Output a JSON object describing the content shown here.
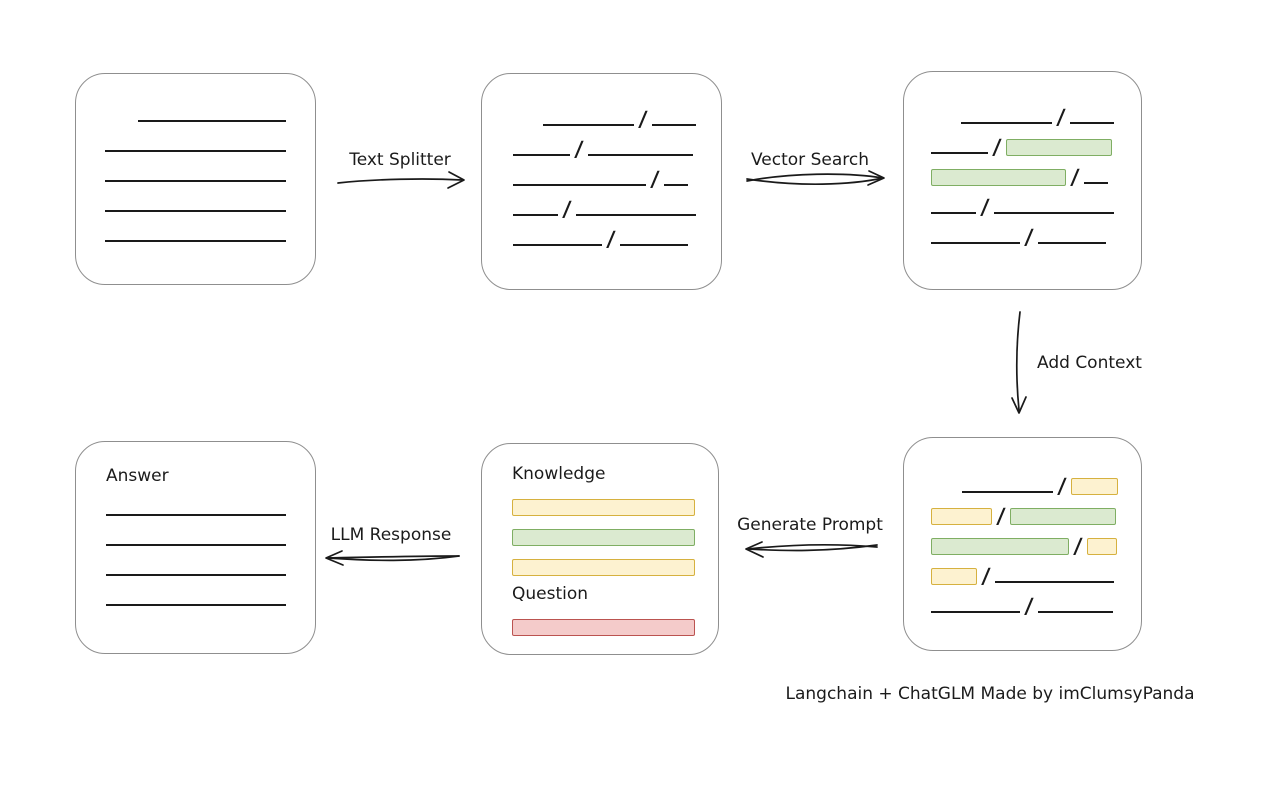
{
  "caption": "Langchain + ChatGLM Made by imClumsyPanda",
  "symbols": {
    "slash": "/"
  },
  "colors": {
    "green_fill": "#dbead0",
    "green_stroke": "#7fae63",
    "yellow_fill": "#fdf2d0",
    "yellow_stroke": "#d6b13f",
    "red_fill": "#f4cbca",
    "red_stroke": "#bb5350",
    "line": "#1a1a1a",
    "box_border": "#8f8f8f"
  },
  "arrows": {
    "text_splitter": {
      "label": "Text Splitter",
      "direction": "right"
    },
    "vector_search": {
      "label": "Vector Search",
      "direction": "right"
    },
    "add_context": {
      "label": "Add Context",
      "direction": "down"
    },
    "generate_prompt": {
      "label": "Generate Prompt",
      "direction": "left"
    },
    "llm_response": {
      "label": "LLM Response",
      "direction": "left"
    }
  },
  "nodes": {
    "document": {
      "items": [
        {
          "type": "row",
          "indent": 33,
          "segments": [
            {
              "kind": "line",
              "w": 148
            }
          ]
        },
        {
          "type": "row",
          "indent": 0,
          "segments": [
            {
              "kind": "line",
              "w": 181
            }
          ]
        },
        {
          "type": "row",
          "indent": 0,
          "segments": [
            {
              "kind": "line",
              "w": 181
            }
          ]
        },
        {
          "type": "row",
          "indent": 0,
          "segments": [
            {
              "kind": "line",
              "w": 181
            }
          ]
        },
        {
          "type": "row",
          "indent": 0,
          "segments": [
            {
              "kind": "line",
              "w": 181
            }
          ]
        }
      ]
    },
    "chunks": {
      "items": [
        {
          "type": "row",
          "indent": 30,
          "segments": [
            {
              "kind": "line",
              "w": 91
            },
            {
              "kind": "line",
              "w": 44
            }
          ]
        },
        {
          "type": "row",
          "indent": 0,
          "segments": [
            {
              "kind": "line",
              "w": 57
            },
            {
              "kind": "line",
              "w": 105
            }
          ]
        },
        {
          "type": "row",
          "indent": 0,
          "segments": [
            {
              "kind": "line",
              "w": 133
            },
            {
              "kind": "line",
              "w": 24
            }
          ]
        },
        {
          "type": "row",
          "indent": 0,
          "segments": [
            {
              "kind": "line",
              "w": 45
            },
            {
              "kind": "line",
              "w": 120
            }
          ]
        },
        {
          "type": "row",
          "indent": 0,
          "segments": [
            {
              "kind": "line",
              "w": 89
            },
            {
              "kind": "line",
              "w": 68
            }
          ]
        }
      ]
    },
    "matched": {
      "items": [
        {
          "type": "row",
          "indent": 30,
          "segments": [
            {
              "kind": "line",
              "w": 91
            },
            {
              "kind": "line",
              "w": 44
            }
          ]
        },
        {
          "type": "row",
          "indent": 0,
          "segments": [
            {
              "kind": "line",
              "w": 57
            },
            {
              "kind": "green",
              "w": 106
            }
          ]
        },
        {
          "type": "row",
          "indent": 0,
          "segments": [
            {
              "kind": "green",
              "w": 135
            },
            {
              "kind": "line",
              "w": 24
            }
          ]
        },
        {
          "type": "row",
          "indent": 0,
          "segments": [
            {
              "kind": "line",
              "w": 45
            },
            {
              "kind": "line",
              "w": 120
            }
          ]
        },
        {
          "type": "row",
          "indent": 0,
          "segments": [
            {
              "kind": "line",
              "w": 89
            },
            {
              "kind": "line",
              "w": 68
            }
          ]
        }
      ]
    },
    "context": {
      "items": [
        {
          "type": "row",
          "indent": 31,
          "segments": [
            {
              "kind": "line",
              "w": 91
            },
            {
              "kind": "yellow",
              "w": 47
            }
          ]
        },
        {
          "type": "row",
          "indent": 0,
          "segments": [
            {
              "kind": "yellow",
              "w": 61
            },
            {
              "kind": "green",
              "w": 106
            }
          ]
        },
        {
          "type": "row",
          "indent": 0,
          "segments": [
            {
              "kind": "green",
              "w": 138
            },
            {
              "kind": "yellow",
              "w": 30
            }
          ]
        },
        {
          "type": "row",
          "indent": 0,
          "segments": [
            {
              "kind": "yellow",
              "w": 46
            },
            {
              "kind": "line",
              "w": 119
            }
          ]
        },
        {
          "type": "row",
          "indent": 0,
          "segments": [
            {
              "kind": "line",
              "w": 89
            },
            {
              "kind": "line",
              "w": 75
            }
          ]
        }
      ]
    },
    "prompt": {
      "items": [
        {
          "type": "heading",
          "text": "Knowledge"
        },
        {
          "type": "row",
          "indent": 0,
          "segments": [
            {
              "kind": "yellow",
              "w": 183
            }
          ]
        },
        {
          "type": "row",
          "indent": 0,
          "segments": [
            {
              "kind": "green",
              "w": 183
            }
          ]
        },
        {
          "type": "row",
          "indent": 0,
          "segments": [
            {
              "kind": "yellow",
              "w": 183
            }
          ]
        },
        {
          "type": "heading",
          "text": "Question"
        },
        {
          "type": "row",
          "indent": 0,
          "segments": [
            {
              "kind": "red",
              "w": 183
            }
          ]
        }
      ]
    },
    "answer": {
      "items": [
        {
          "type": "heading",
          "text": "Answer"
        },
        {
          "type": "row",
          "indent": 0,
          "segments": [
            {
              "kind": "line",
              "w": 180
            }
          ]
        },
        {
          "type": "row",
          "indent": 0,
          "segments": [
            {
              "kind": "line",
              "w": 180
            }
          ]
        },
        {
          "type": "row",
          "indent": 0,
          "segments": [
            {
              "kind": "line",
              "w": 180
            }
          ]
        },
        {
          "type": "row",
          "indent": 0,
          "segments": [
            {
              "kind": "line",
              "w": 180
            }
          ]
        }
      ]
    }
  }
}
